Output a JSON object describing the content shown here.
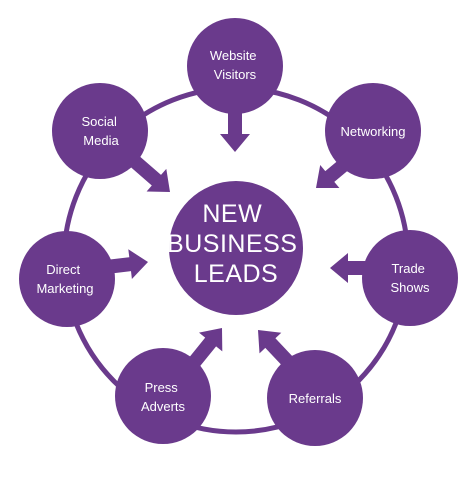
{
  "colors": {
    "primary": "#6a3a8c",
    "ring": "#6a3a8c",
    "text": "#ffffff",
    "background": "#ffffff"
  },
  "center": {
    "lines": [
      "NEW",
      "BUSINESS",
      "LEADS"
    ]
  },
  "nodes": [
    {
      "id": "website-visitors",
      "lines": [
        "Website",
        "Visitors"
      ]
    },
    {
      "id": "networking",
      "lines": [
        "Networking"
      ]
    },
    {
      "id": "trade-shows",
      "lines": [
        "Trade",
        "Shows"
      ]
    },
    {
      "id": "referrals",
      "lines": [
        "Referrals"
      ]
    },
    {
      "id": "press-adverts",
      "lines": [
        "Press",
        "Adverts"
      ]
    },
    {
      "id": "direct-marketing",
      "lines": [
        "Direct",
        "Marketing"
      ]
    },
    {
      "id": "social-media",
      "lines": [
        "Social",
        "Media"
      ]
    }
  ]
}
